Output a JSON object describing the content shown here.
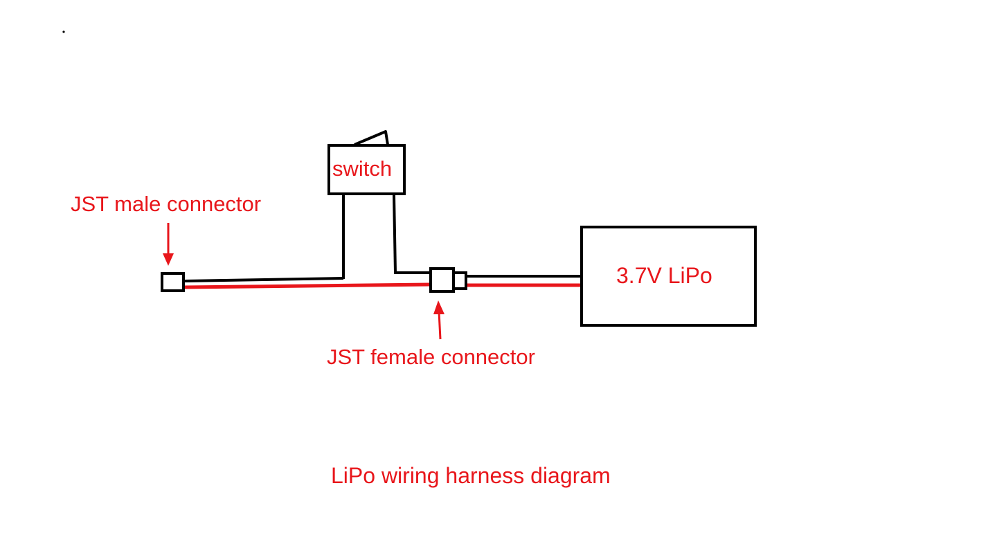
{
  "diagram": {
    "title": "LiPo wiring harness diagram",
    "labels": {
      "male_connector": "JST male connector",
      "female_connector": "JST female connector",
      "switch": "switch",
      "battery": "3.7V LiPo"
    },
    "colors": {
      "wire_positive": "#e8161b",
      "wire_negative": "#000000",
      "label_text": "#e8161b",
      "outline": "#000000",
      "background": "#ffffff"
    }
  }
}
